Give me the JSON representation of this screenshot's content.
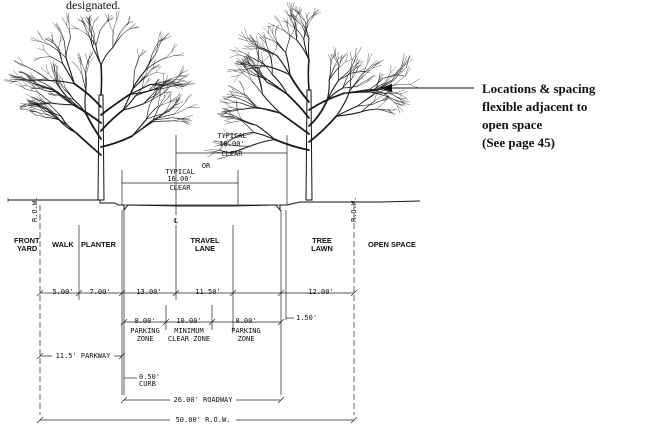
{
  "top_caption": "designated.",
  "note": {
    "lines": [
      "Locations & spacing",
      "flexible adjacent to",
      "open space",
      "(See page 45)"
    ]
  },
  "clearance": {
    "upper": [
      "TYPICAL",
      "18.00'",
      "CLEAR"
    ],
    "or": "OR",
    "lower": [
      "TYPICAL",
      "16.00'",
      "CLEAR"
    ]
  },
  "centerline_symbol": "℄",
  "row_marker": "R.O.W.",
  "zones": {
    "front_yard": [
      "FRONT",
      "YARD"
    ],
    "walk": "WALK",
    "planter": "PLANTER",
    "travel_lane": [
      "TRAVEL",
      "LANE"
    ],
    "tree_lawn": [
      "TREE",
      "LAWN"
    ],
    "open_space": "OPEN SPACE"
  },
  "dims": {
    "d500": "5.00'",
    "d700": "7.00'",
    "d1300": "13.00'",
    "d1150": "11.50'",
    "d1200": "12.00'",
    "d800a": "8.00'",
    "d1000": "10.00'",
    "d800b": "8.00'",
    "d150": "1.50'",
    "parking_zone": [
      "PARKING",
      "ZONE"
    ],
    "minimum_clear": [
      "MINIMUM",
      "CLEAR ZONE"
    ],
    "parkway": "11.5' PARKWAY",
    "curb": [
      "0.50'",
      "CURB"
    ],
    "roadway": "26.00' ROADWAY",
    "row": "50.00' R.O.W."
  }
}
